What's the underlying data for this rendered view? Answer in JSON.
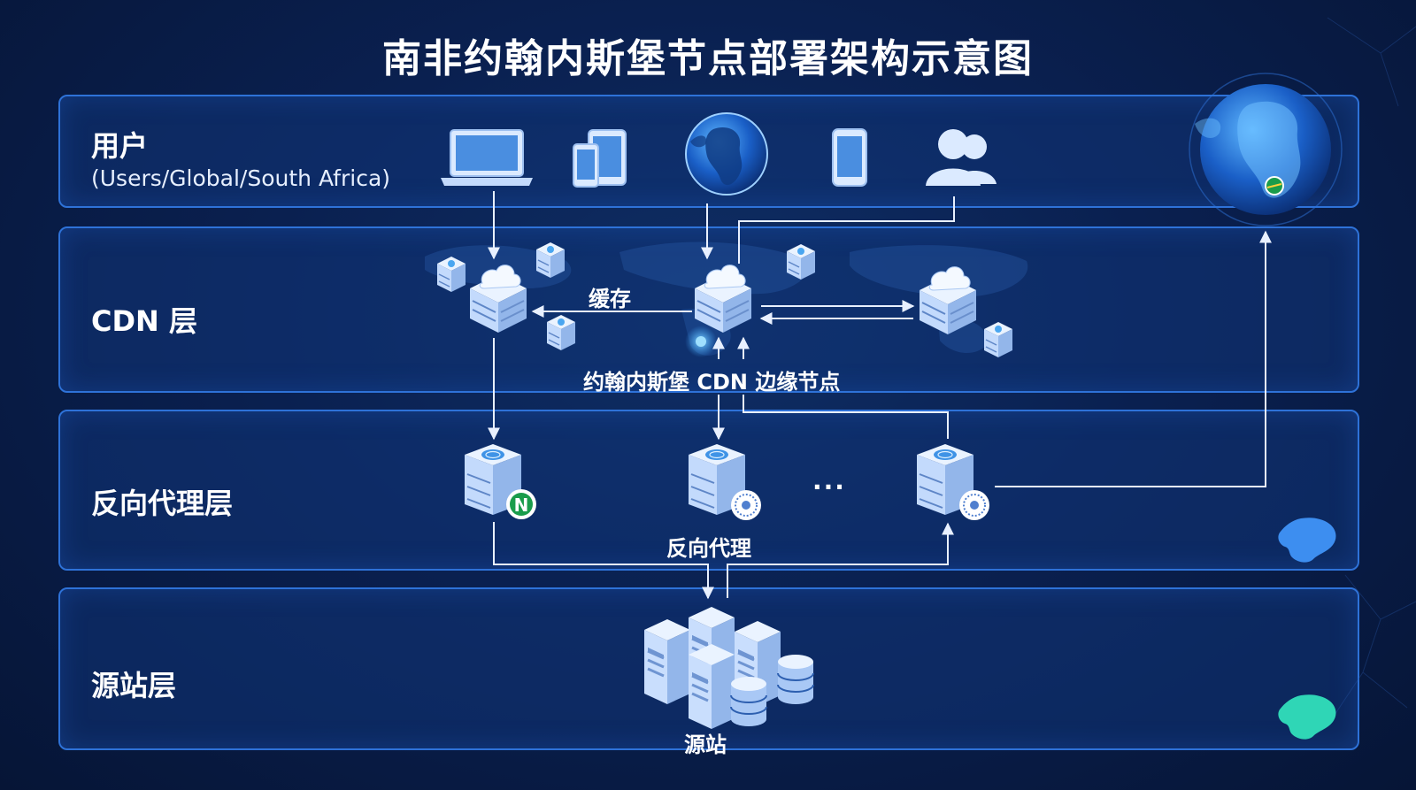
{
  "title": "南非约翰内斯堡节点部署架构示意图",
  "layers": {
    "users": {
      "label": "用户",
      "sublabel": "(Users/Global/South Africa)"
    },
    "cdn": {
      "label": "CDN 层"
    },
    "proxy": {
      "label": "反向代理层"
    },
    "origin": {
      "label": "源站层"
    }
  },
  "annotations": {
    "cache": "缓存",
    "edge_node": "约翰内斯堡 CDN 边缘节点",
    "reverse_proxy": "反向代理",
    "ellipsis": "···",
    "origin_site": "源站",
    "nginx_badge": "N"
  },
  "icons": {
    "users": [
      "laptop-icon",
      "tablet-phone-icon",
      "globe-africa-icon",
      "smartphone-icon",
      "user-group-icon"
    ],
    "cdn": [
      "cloud-server-icon",
      "mini-server-icon"
    ],
    "proxy": [
      "proxy-server-icon",
      "nginx-badge-icon",
      "cluster-badge-icon"
    ],
    "origin": [
      "server-tower-icon",
      "database-icon"
    ],
    "decor": [
      "earth-globe-icon",
      "south-africa-map-icon"
    ]
  },
  "colors": {
    "background": "#0a2050",
    "panel_border": "#2e72d8",
    "server": "#cfe2ff",
    "arrow": "#e8f0ff",
    "accent": "#3da9ff",
    "nginx": "#1a9c4b",
    "africa": "#2fd6b6"
  }
}
